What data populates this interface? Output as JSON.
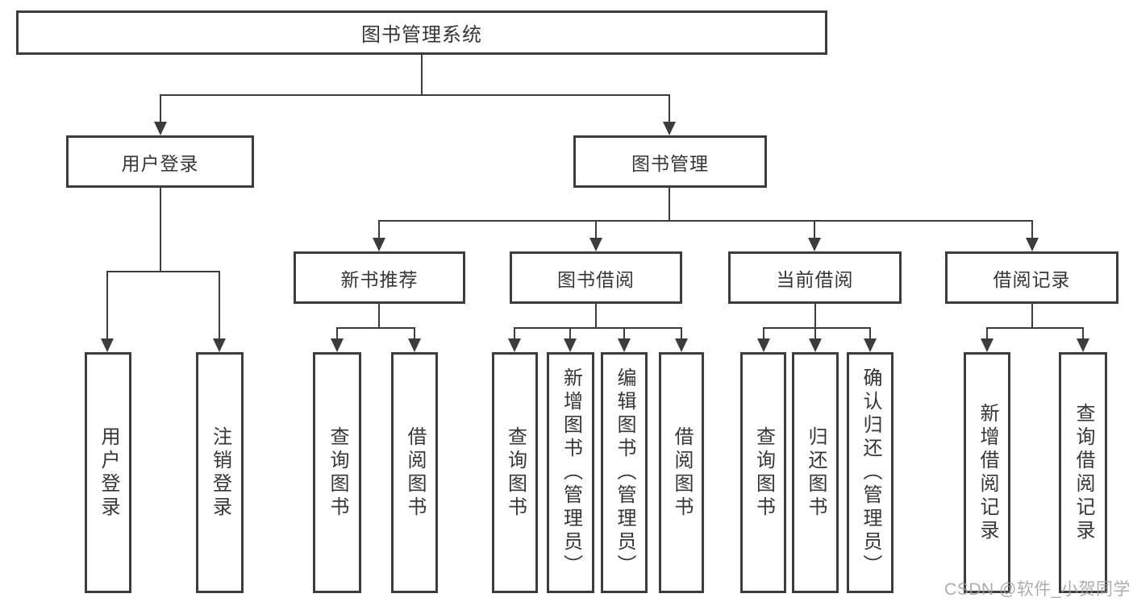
{
  "diagram": {
    "title": "图书管理系统",
    "branches": [
      {
        "label": "用户登录",
        "children": [
          {
            "label": "用户登录"
          },
          {
            "label": "注销登录"
          }
        ]
      },
      {
        "label": "图书管理",
        "children": [
          {
            "label": "新书推荐",
            "children": [
              {
                "label": "查询图书"
              },
              {
                "label": "借阅图书"
              }
            ]
          },
          {
            "label": "图书借阅",
            "children": [
              {
                "label": "查询图书"
              },
              {
                "label": "新增图书（管理员）"
              },
              {
                "label": "编辑图书（管理员）"
              },
              {
                "label": "借阅图书"
              }
            ]
          },
          {
            "label": "当前借阅",
            "children": [
              {
                "label": "查询图书"
              },
              {
                "label": "归还图书"
              },
              {
                "label": "确认归还（管理员）"
              }
            ]
          },
          {
            "label": "借阅记录",
            "children": [
              {
                "label": "新增借阅记录"
              },
              {
                "label": "查询借阅记录"
              }
            ]
          }
        ]
      }
    ],
    "line_color": "#3c3c3c",
    "text_color": "#363636",
    "background_color": "#ffffff"
  },
  "watermark": {
    "text": "CSDN @软件_小贺同学",
    "color": "#9e9e9e"
  }
}
